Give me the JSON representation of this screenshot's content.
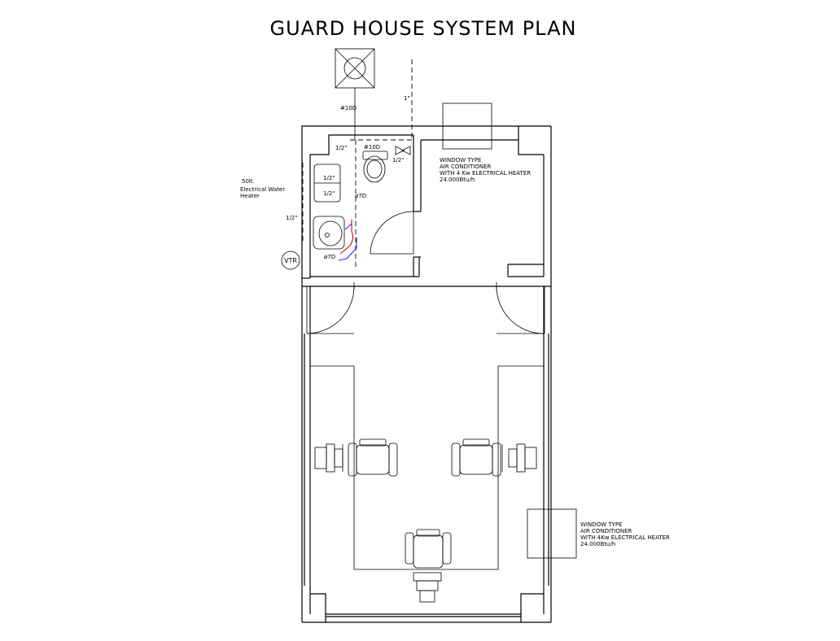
{
  "title": "GUARD HOUSE SYSTEM PLAN",
  "labels": {
    "pipe_top": "#10D",
    "pipe_1in": "1\"",
    "half_a": "1/2\"",
    "half_b": "1/2\"",
    "half_c": "1/2\"",
    "half_d": "1/2\"",
    "half_e": "1/2\"",
    "d10": "#10D",
    "d7": "ø7D",
    "d7b": "ø7D",
    "vtr": "VTR",
    "heater_1": "50lt.",
    "heater_2": "Electrical Water",
    "heater_3": "Heater"
  },
  "ac_units": [
    {
      "line1": "WINDOW TYPE",
      "line2": "AIR CONDITIONER",
      "line3": "WITH 4 Kw ELECTRICAL HEATER",
      "line4": "24.000Btu/h"
    },
    {
      "line1": "WINDOW TYPE",
      "line2": "AIR CONDITIONER",
      "line3": "WITH 4Kw ELECTRICAL HEATER",
      "line4": "24.000Btu/h"
    }
  ],
  "colors": {
    "line": "#000000",
    "hot_pipe": "#e00000",
    "cold_pipe": "#1a2cff"
  }
}
